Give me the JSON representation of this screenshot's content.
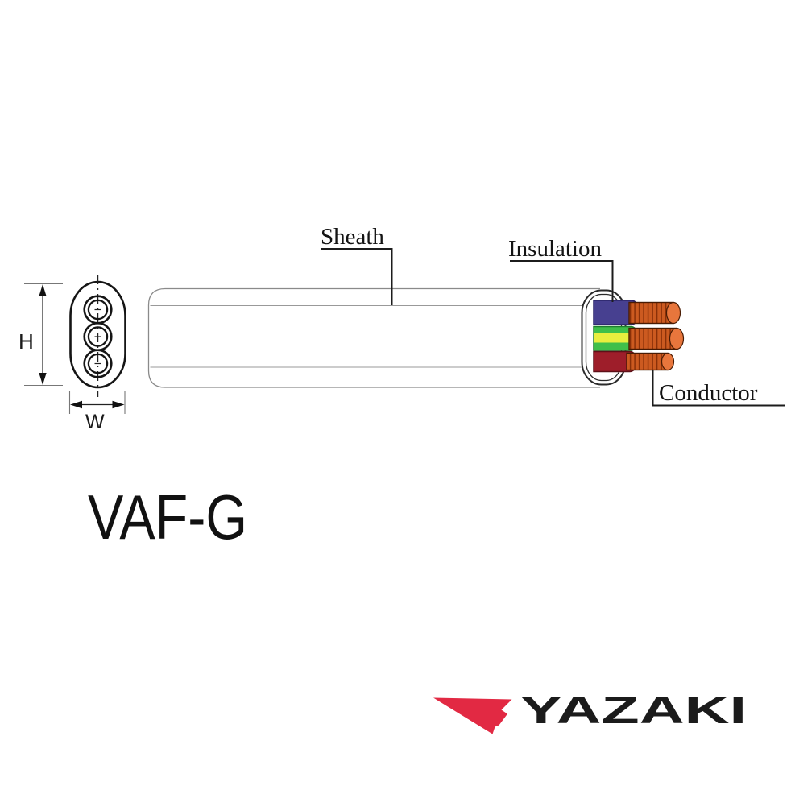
{
  "page": {
    "background": "#ffffff"
  },
  "cross_section": {
    "height_label": "H",
    "width_label": "W",
    "core_count": "3"
  },
  "cable": {
    "labels": {
      "sheath": "Sheath",
      "insulation": "Insulation",
      "conductor": "Conductor"
    },
    "outline_color": "#8a8a8a",
    "wires": [
      {
        "name": "blue-wire",
        "insulation_color": "#474090",
        "insulation_edge": "#2a2468"
      },
      {
        "name": "green-yellow-earth-wire",
        "insulation_color": "#3fbf4a",
        "stripe_color": "#e9ee3e",
        "insulation_edge": "#1e7d2c"
      },
      {
        "name": "red-wire",
        "insulation_color": "#9e1e2a",
        "insulation_edge": "#5e1018"
      }
    ],
    "conductor": {
      "copper": "#cc5a20",
      "strand": "#8a3008",
      "cap": "#e8763c",
      "edge": "#4a1c04"
    }
  },
  "product": {
    "name": "VAF-G"
  },
  "brand": {
    "name": "YAZAKI",
    "mark_color": "#e22943",
    "text_color": "#1b1b1b"
  }
}
